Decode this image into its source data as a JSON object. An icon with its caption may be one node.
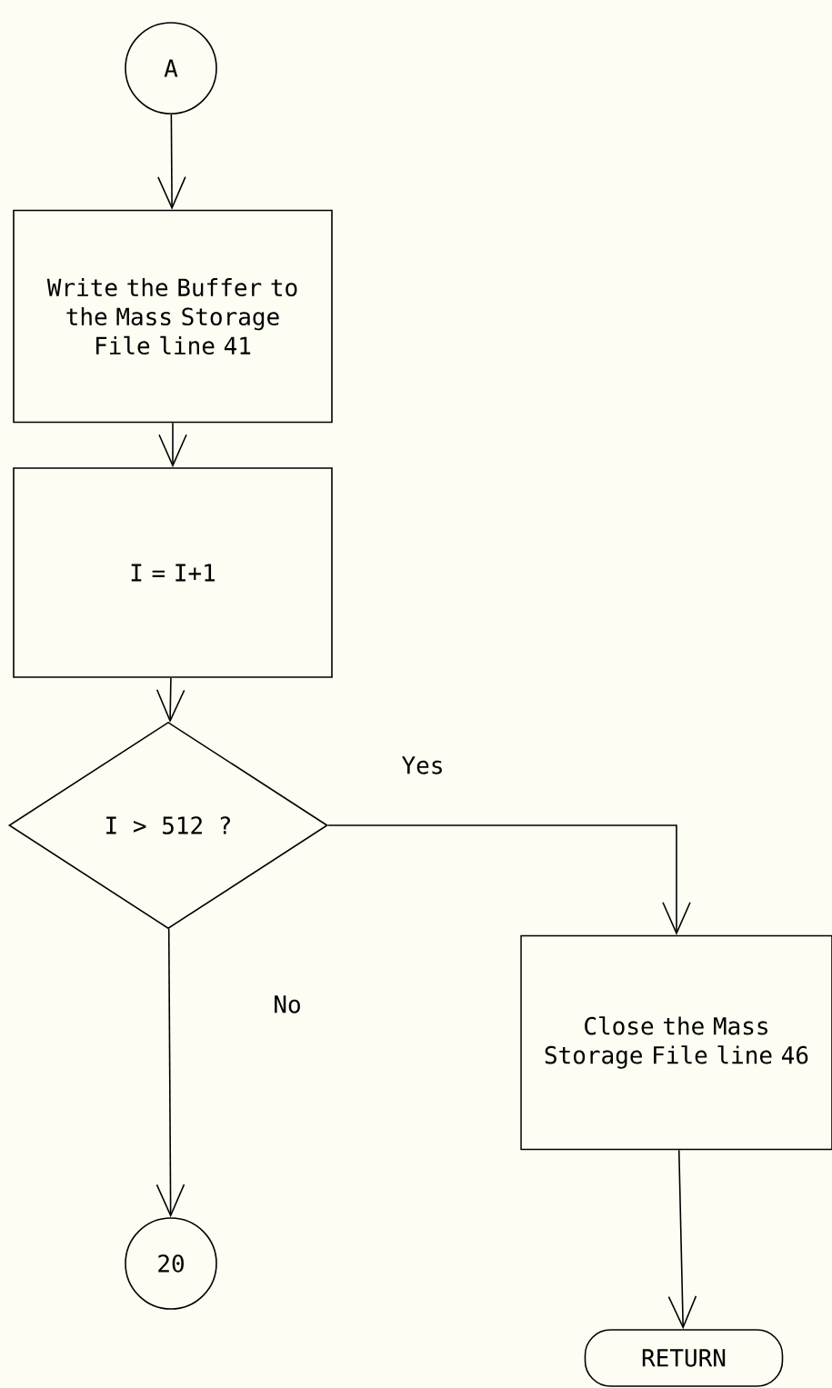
{
  "diagram": {
    "nodes": [
      {
        "text": [
          "A"
        ]
      },
      {
        "text": [
          "Write the Buffer to the Mass Storage File line 41"
        ]
      },
      {
        "text": [
          "I = I+1"
        ]
      },
      {
        "text": [
          "I > 512 ?"
        ]
      },
      {
        "text": [
          "Close the Mass Storage File line 46"
        ]
      },
      {
        "text": [
          "20"
        ]
      },
      {
        "text": [
          "RETURN"
        ]
      }
    ],
    "edges": [
      {
        "from": 0,
        "to": 1,
        "arrow": "to"
      },
      {
        "from": 1,
        "to": 2,
        "arrow": "to"
      },
      {
        "from": 2,
        "to": 3,
        "arrow": "to"
      },
      {
        "from": 3,
        "to": 4,
        "arrow": "to",
        "label": "Yes"
      },
      {
        "from": 3,
        "to": 5,
        "arrow": "to",
        "label": "No"
      },
      {
        "from": 4,
        "to": 6,
        "arrow": "to"
      }
    ]
  }
}
